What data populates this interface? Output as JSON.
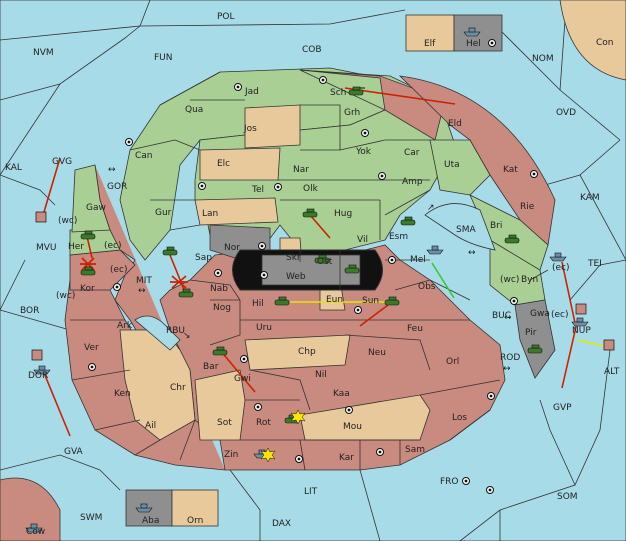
{
  "labels": {
    "POL": "POL",
    "NVM": "NVM",
    "FUN": "FUN",
    "COB": "COB",
    "NOM": "NOM",
    "Con": "Con",
    "Elf": "Elf",
    "Hel": "Hel",
    "OVD": "OVD",
    "KAL": "KAL",
    "GVG": "GVG",
    "KAM": "KAM",
    "TEI": "TEI",
    "BOR": "BOR",
    "ALT": "ALT",
    "GVP": "GVP",
    "GVA": "GVA",
    "SWM": "SWM",
    "FRO": "FRO",
    "SOM": "SOM",
    "LIT": "LIT",
    "DAX": "DAX",
    "Aba": "Aba",
    "Orn": "Orn",
    "Cow": "Cow",
    "Jad": "Jad",
    "Sch": "Sch",
    "Qua": "Qua",
    "Jos": "Jos",
    "Grh": "Grh",
    "Eld": "Eld",
    "Can": "Can",
    "Yok": "Yok",
    "Car": "Car",
    "Uta": "Uta",
    "Kat": "Kat",
    "Elc": "Elc",
    "Nar": "Nar",
    "Tel": "Tel",
    "Olk": "Olk",
    "Amp": "Amp",
    "Rie": "Rie",
    "Gaw": "Gaw",
    "Gur": "Gur",
    "Lan": "Lan",
    "Hug": "Hug",
    "Bri": "Bri",
    "GOR": "GOR",
    "Esm": "Esm",
    "Vil": "Vil",
    "SMA": "SMA",
    "Nor": "Nor",
    "Skr": "Skr",
    "Ost": "Ost",
    "Her": "Her",
    "Sap": "Sap",
    "Web": "Web",
    "Mel": "Mel",
    "Byn": "Byn",
    "MVU": "MVU",
    "Kor": "Kor",
    "MIT": "MIT",
    "Nab": "Nab",
    "Eun": "Eun",
    "Sun": "Sun",
    "Obs": "Obs",
    "Gwa": "Gwa",
    "Hil": "Hil",
    "Nog": "Nog",
    "Ark": "Ark",
    "RBU": "RBU",
    "Uru": "Uru",
    "Feu": "Feu",
    "Pir": "Pir",
    "BUC": "BUC",
    "Ver": "Ver",
    "Chp": "Chp",
    "Neu": "Neu",
    "Bar": "Bar",
    "Gwi": "Gwi",
    "Nil": "Nil",
    "Orl": "Orl",
    "ROD": "ROD",
    "Ken": "Ken",
    "Chr": "Chr",
    "Kaa": "Kaa",
    "Rot": "Rot",
    "Los": "Los",
    "Ail": "Ail",
    "Sot": "Sot",
    "Mou": "Mou",
    "Zin": "Zin",
    "Kar": "Kar",
    "Sam": "Sam",
    "NUP": "NUP",
    "DOR": "DOR",
    "wc": "(wc)",
    "ec": "(ec)"
  },
  "colors": {
    "sea": "#a8dbe8",
    "neutral_land": "#e8c99b",
    "green_power": "#a9cf94",
    "red_power": "#c98a80",
    "gray_power": "#8f8f8f",
    "move_order": "#cc2200",
    "support_order": "#e6e600",
    "convoy_order": "#33cc33"
  },
  "icons": [
    "supply-center-icon",
    "army-icon",
    "fleet-icon",
    "destroyed-icon",
    "explosion-icon"
  ]
}
